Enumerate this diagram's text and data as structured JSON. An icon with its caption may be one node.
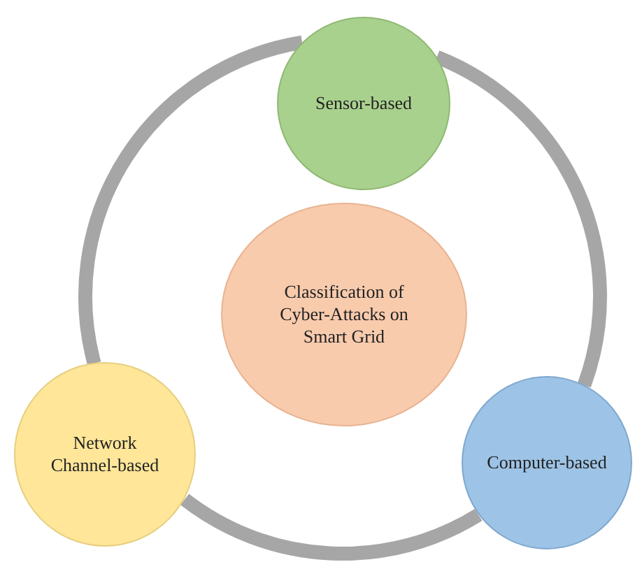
{
  "diagram": {
    "nodes": [
      {
        "text": [
          "Sensor-based"
        ]
      },
      {
        "text": [
          "Classification of Cyber-Attacks on Smart Grid"
        ]
      },
      {
        "text": [
          "Network Channel-based"
        ]
      },
      {
        "text": [
          "Computer-based"
        ]
      }
    ],
    "edges": [
      {
        "from": 0,
        "to": 3,
        "arrow": "none"
      },
      {
        "from": 3,
        "to": 2,
        "arrow": "none"
      },
      {
        "from": 2,
        "to": 0,
        "arrow": "none"
      }
    ]
  }
}
